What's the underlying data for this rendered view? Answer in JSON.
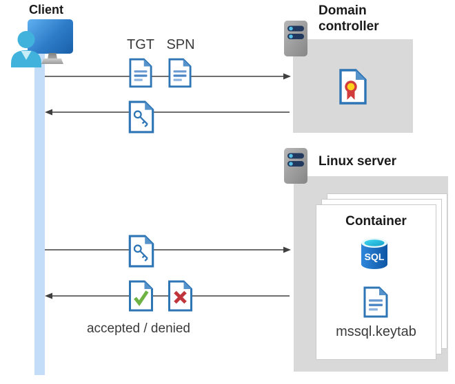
{
  "diagram": {
    "client": {
      "label": "Client"
    },
    "domain_controller": {
      "label": "Domain controller"
    },
    "linux_server": {
      "label": "Linux server"
    },
    "container": {
      "label": "Container",
      "sql_badge": "SQL",
      "keytab_label": "mssql.keytab"
    },
    "messages": {
      "tgt_label": "TGT",
      "spn_label": "SPN",
      "accepted_denied_label": "accepted / denied"
    },
    "icons": [
      "client-workstation-icon",
      "user-icon",
      "server-icon",
      "document-icon",
      "kerberos-ticket-key-document-icon",
      "certificate-document-icon",
      "accepted-check-document-icon",
      "denied-x-document-icon",
      "sql-database-icon"
    ],
    "colors": {
      "doc_border_blue": "#2E75B6",
      "doc_fold_blue": "#5693CB",
      "accept_green": "#6EB244",
      "deny_red": "#C0343C",
      "cert_red": "#D23B3B",
      "cert_yellow": "#FFD21E",
      "system_box_gray": "#D9D9D9",
      "lifeline_blue": "#C3DDF8",
      "arrow_gray": "#3F3F3F",
      "sql_blue": "#0E55A4",
      "sql_cyan": "#3FD9F2",
      "monitor_blue": "#2D7BC8",
      "person_cyan": "#41B2DB"
    }
  }
}
